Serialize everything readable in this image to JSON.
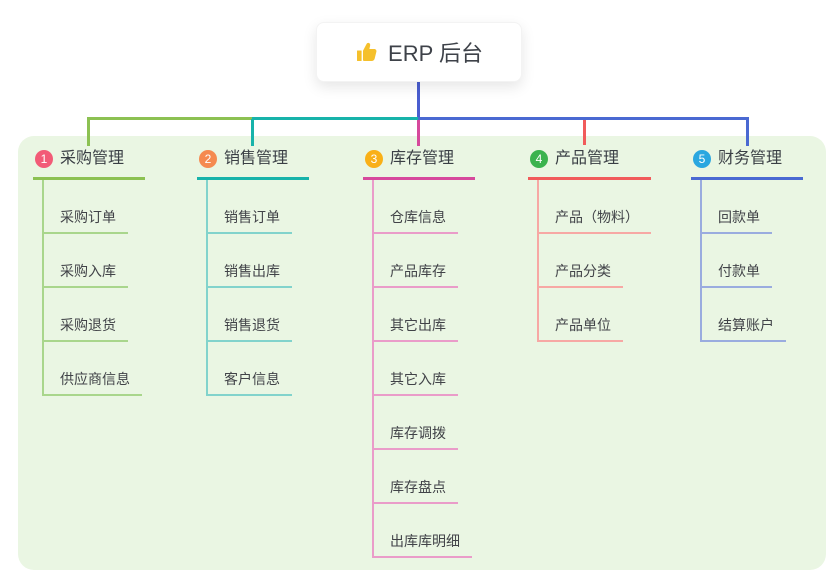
{
  "root": {
    "title": "ERP 后台",
    "icon": "👍",
    "icon_color": "#f5c02c",
    "line_color": "#4a5ed0"
  },
  "panel": {
    "background": "#eaf6e3"
  },
  "branches": [
    {
      "num": "1",
      "label": "采购管理",
      "badge_color": "#f25b77",
      "line_color": "#8cc152",
      "child_line_color": "#a9d68c",
      "children": [
        "采购订单",
        "采购入库",
        "采购退货",
        "供应商信息"
      ]
    },
    {
      "num": "2",
      "label": "销售管理",
      "badge_color": "#f58a50",
      "line_color": "#17b3aa",
      "child_line_color": "#82d3cc",
      "children": [
        "销售订单",
        "销售出库",
        "销售退货",
        "客户信息"
      ]
    },
    {
      "num": "3",
      "label": "库存管理",
      "badge_color": "#f9b017",
      "line_color": "#d6499c",
      "child_line_color": "#ea9cc9",
      "children": [
        "仓库信息",
        "产品库存",
        "其它出库",
        "其它入库",
        "库存调拨",
        "库存盘点",
        "出库库明细"
      ]
    },
    {
      "num": "4",
      "label": "产品管理",
      "badge_color": "#3bb34e",
      "line_color": "#f15b5b",
      "child_line_color": "#f7a8a4",
      "children": [
        "产品（物料）",
        "产品分类",
        "产品单位"
      ]
    },
    {
      "num": "5",
      "label": "财务管理",
      "badge_color": "#2aa7e0",
      "line_color": "#4a69d2",
      "child_line_color": "#9aacdf",
      "children": [
        "回款单",
        "付款单",
        "结算账户"
      ]
    }
  ]
}
